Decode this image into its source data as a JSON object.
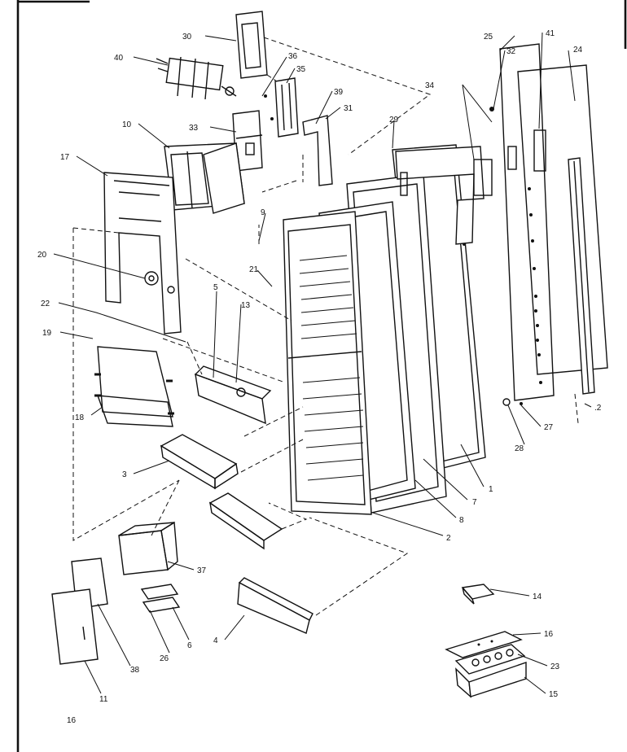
{
  "callouts": {
    "c1": "1",
    "c2": "2",
    "c3": "3",
    "c4": "4",
    "c5": "5",
    "c6": "6",
    "c7": "7",
    "c8": "8",
    "c9": "9",
    "c10": "10",
    "c11": "11",
    "c12": ".2",
    "c13": "13",
    "c14": "14",
    "c15": "15",
    "c16": "16",
    "c17": "17",
    "c18": "18",
    "c19": "19",
    "c20": "20",
    "c21": "21",
    "c22": "22",
    "c23": "23",
    "c24": "24",
    "c25": "25",
    "c26": "26",
    "c27": "27",
    "c28": "28",
    "c29": "29",
    "c30": "30",
    "c31": "31",
    "c32": "32",
    "c33": "33",
    "c34": "34",
    "c35": "35",
    "c36": "36",
    "c37": "37",
    "c38": "38",
    "c39": "39",
    "c40": "40",
    "c41": "41"
  },
  "page_number": "16"
}
